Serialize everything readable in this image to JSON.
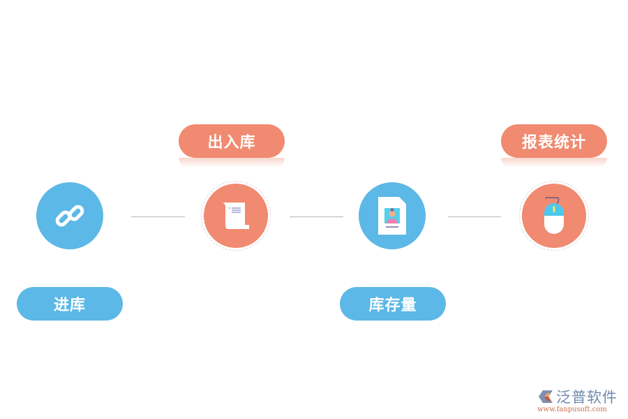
{
  "steps": [
    {
      "label": "进库",
      "icon": "chain-link-icon",
      "color": "#5cb8e6"
    },
    {
      "label": "出入库",
      "icon": "scroll-document-icon",
      "color": "#f08a70"
    },
    {
      "label": "库存量",
      "icon": "profile-document-icon",
      "color": "#5cb8e6"
    },
    {
      "label": "报表统计",
      "icon": "computer-mouse-icon",
      "color": "#f08a70"
    }
  ],
  "logo": {
    "name": "泛普软件",
    "url": "www.fanpusoft.com"
  }
}
